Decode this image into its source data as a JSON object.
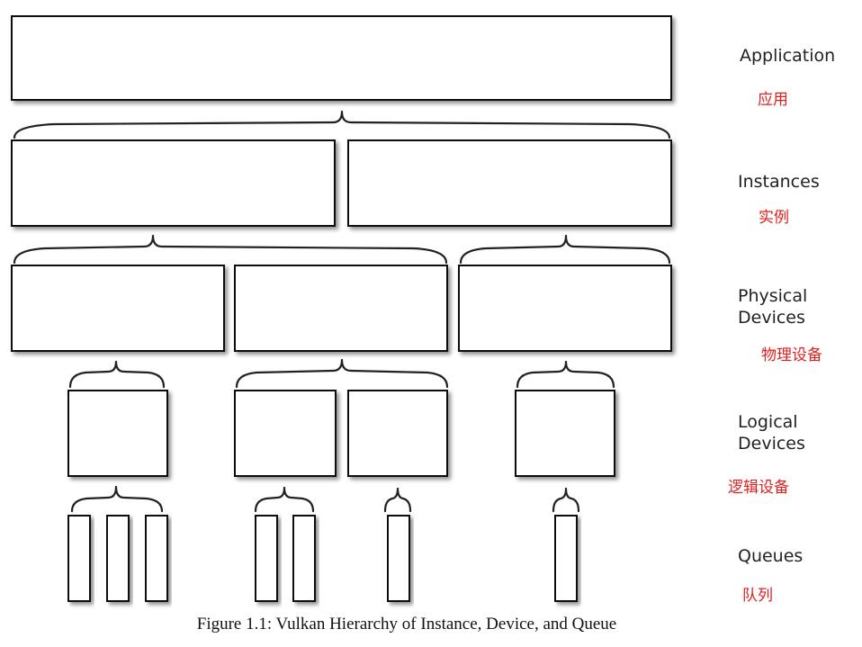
{
  "levels": [
    {
      "label_lines": [
        "Application"
      ],
      "translation": "应用"
    },
    {
      "label_lines": [
        "Instances"
      ],
      "translation": "实例"
    },
    {
      "label_lines": [
        "Physical",
        "Devices"
      ],
      "translation": "物理设备"
    },
    {
      "label_lines": [
        "Logical",
        "Devices"
      ],
      "translation": "逻辑设备"
    },
    {
      "label_lines": [
        "Queues"
      ],
      "translation": "队列"
    }
  ],
  "caption": "Figure 1.1: Vulkan Hierarchy of Instance, Device, and Queue",
  "colors": {
    "translation": "#e02020",
    "stroke": "#111111"
  }
}
